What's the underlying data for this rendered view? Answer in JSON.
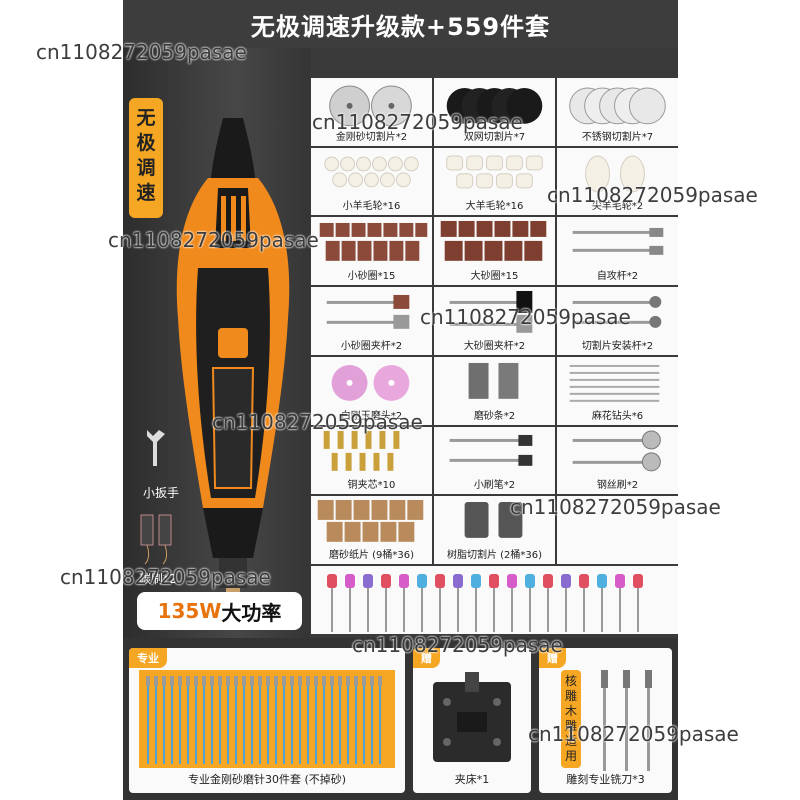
{
  "title": "无极调速升级款+559件套",
  "badge_chars": [
    "无",
    "极",
    "调",
    "速"
  ],
  "wrench_label": "小扳手",
  "brush_label": "碳刷*2",
  "power": {
    "watts": "135W",
    "text": "大功率"
  },
  "colors": {
    "orange": "#f5a623",
    "frame": "#3a3a3a",
    "tool_orange": "#f08a1c"
  },
  "items": [
    {
      "label": "金刚砂切割片*2"
    },
    {
      "label": "双网切割片*7"
    },
    {
      "label": "不锈钢切割片*7"
    },
    {
      "label": "小羊毛轮*16"
    },
    {
      "label": "大羊毛轮*16"
    },
    {
      "label": "尖羊毛轮*2"
    },
    {
      "label": "小砂圈*15"
    },
    {
      "label": "大砂圈*15"
    },
    {
      "label": "自攻杆*2"
    },
    {
      "label": "小砂圈夹杆*2"
    },
    {
      "label": "大砂圈夹杆*2"
    },
    {
      "label": "切割片安装杆*2"
    },
    {
      "label": "白刚玉磨头*2"
    },
    {
      "label": "磨砂条*2"
    },
    {
      "label": "麻花钻头*6"
    },
    {
      "label": "铜夹芯*10"
    },
    {
      "label": "小刷笔*2"
    },
    {
      "label": "钢丝刷*2"
    },
    {
      "label": "磨砂纸片 (9桶*36)"
    },
    {
      "label": "树脂切割片 (2桶*36)"
    },
    {
      "label": ""
    }
  ],
  "bottom": {
    "tag": "专业",
    "diamond_label": "专业金刚砂磨针30件套 (不掉砂)",
    "vise_tag": "赠",
    "vise_label": "夹床*1",
    "carve_tag": "赠",
    "carve_chars": [
      "核",
      "雕",
      "木",
      "雕",
      "适",
      "用"
    ],
    "carve_label": "雕刻专业铣刀*3"
  },
  "watermark": "cn1108272059pasae"
}
